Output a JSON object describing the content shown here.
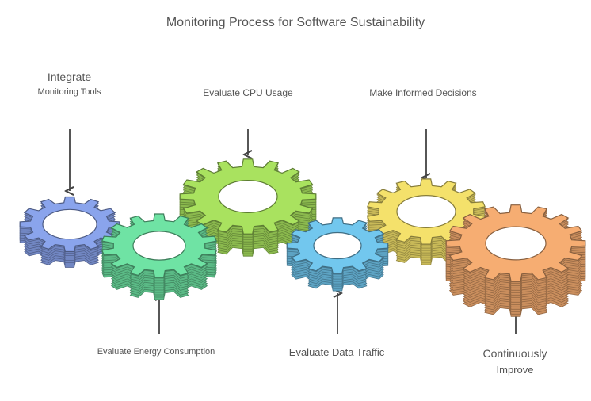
{
  "title": "Monitoring Process for Software Sustainability",
  "steps": [
    {
      "id": "integrate",
      "line1": "Integrate",
      "line2": "Monitoring Tools",
      "color": "#8aa4ec"
    },
    {
      "id": "energy",
      "line1": "Evaluate Energy Consumption",
      "color": "#6fe3a4"
    },
    {
      "id": "cpu",
      "line1": "Evaluate CPU Usage",
      "color": "#a9e25f"
    },
    {
      "id": "traffic",
      "line1": "Evaluate Data Traffic",
      "color": "#72c7ee"
    },
    {
      "id": "decisions",
      "line1": "Make Informed Decisions",
      "color": "#f4e16b"
    },
    {
      "id": "improve",
      "line1": "Continuously",
      "line2": "Improve",
      "color": "#f6ad72"
    }
  ]
}
